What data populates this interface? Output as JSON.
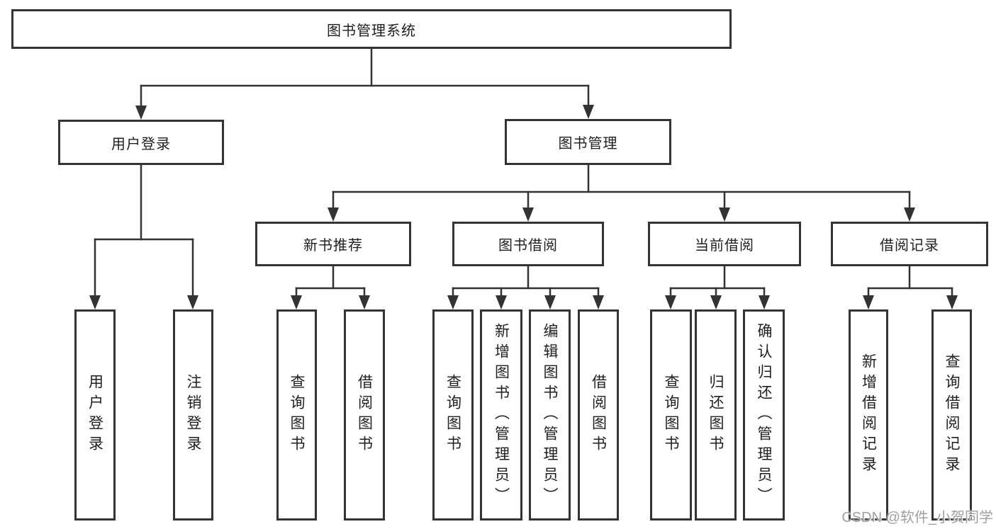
{
  "diagram": {
    "root": {
      "label": "图书管理系统",
      "children": [
        {
          "label": "用户登录",
          "children": [
            {
              "label": "用户登录"
            },
            {
              "label": "注销登录"
            }
          ]
        },
        {
          "label": "图书管理",
          "children": [
            {
              "label": "新书推荐",
              "children": [
                {
                  "label": "查询图书"
                },
                {
                  "label": "借阅图书"
                }
              ]
            },
            {
              "label": "图书借阅",
              "children": [
                {
                  "label": "查询图书"
                },
                {
                  "label": "新增图书（管理员）"
                },
                {
                  "label": "编辑图书（管理员）"
                },
                {
                  "label": "借阅图书"
                }
              ]
            },
            {
              "label": "当前借阅",
              "children": [
                {
                  "label": "查询图书"
                },
                {
                  "label": "归还图书"
                },
                {
                  "label": "确认归还（管理员）"
                }
              ]
            },
            {
              "label": "借阅记录",
              "children": [
                {
                  "label": "新增借阅记录"
                },
                {
                  "label": "查询借阅记录"
                }
              ]
            }
          ]
        }
      ]
    }
  },
  "colors": {
    "line": "#333333",
    "box_border": "#333333",
    "text": "#1f1f1f",
    "background": "#ffffff",
    "watermark": "#a0a0a0"
  },
  "watermark": {
    "text": "CSDN @软件_小贺同学"
  }
}
